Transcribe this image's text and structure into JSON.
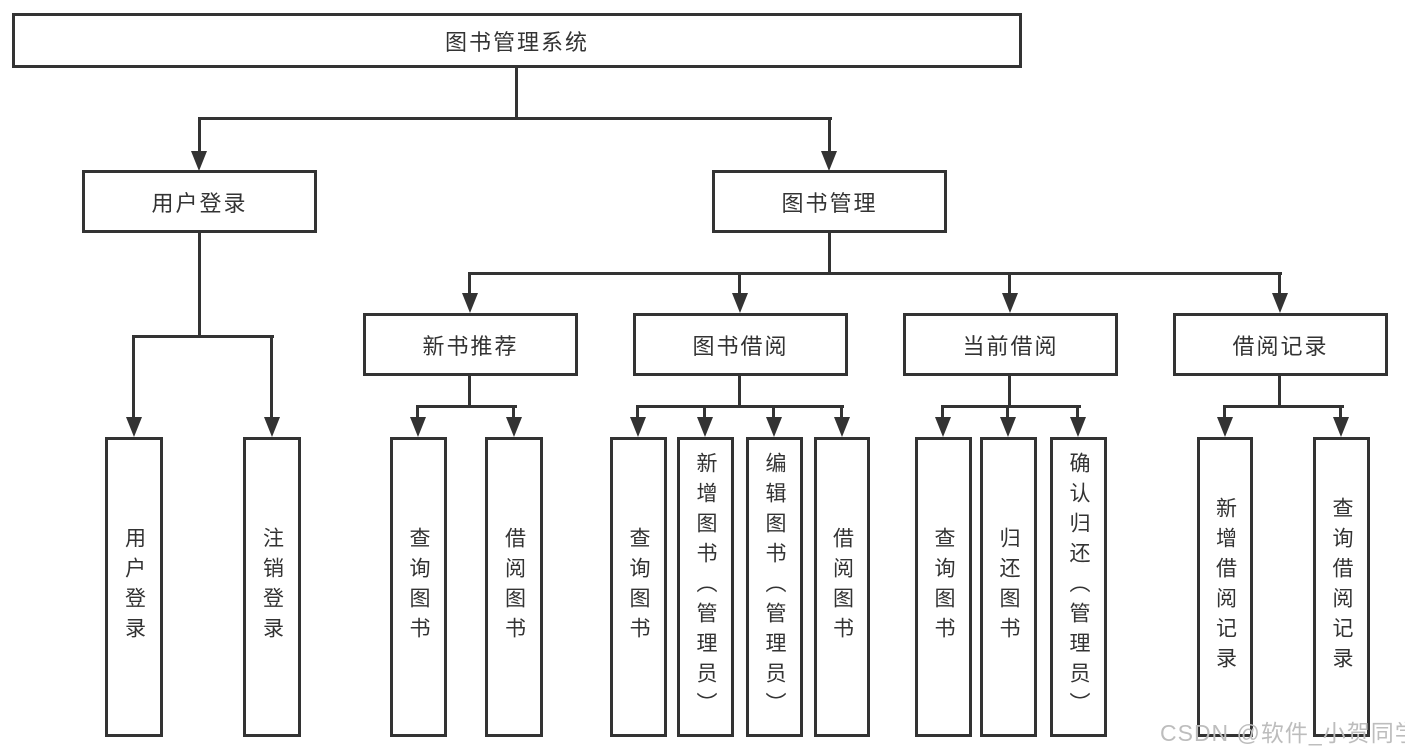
{
  "diagram": {
    "root": {
      "label": "图书管理系统"
    },
    "level2": [
      {
        "label": "用户登录"
      },
      {
        "label": "图书管理"
      }
    ],
    "level3": [
      {
        "label": "新书推荐"
      },
      {
        "label": "图书借阅"
      },
      {
        "label": "当前借阅"
      },
      {
        "label": "借阅记录"
      }
    ],
    "leaves": {
      "user_login": [
        "用户登录",
        "注销登录"
      ],
      "new_books": [
        "查询图书",
        "借阅图书"
      ],
      "book_borrow": [
        "查询图书",
        "新增图书（管理员）",
        "编辑图书（管理员）",
        "借阅图书"
      ],
      "current_borrow": [
        "查询图书",
        "归还图书",
        "确认归还（管理员）"
      ],
      "borrow_records": [
        "新增借阅记录",
        "查询借阅记录"
      ]
    }
  },
  "watermark": {
    "text": "CSDN @软件_小贺同学"
  },
  "colors": {
    "line": "#333333",
    "background": "#ffffff",
    "watermark": "#bdbdbd"
  }
}
